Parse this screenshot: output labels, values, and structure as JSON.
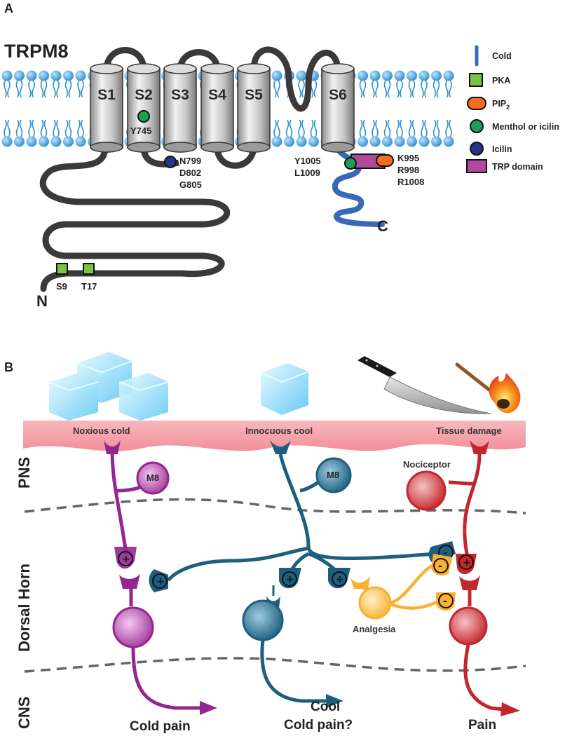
{
  "panel_a": {
    "panel_label": "A",
    "protein": "TRPM8",
    "helices": [
      "S1",
      "S2",
      "S3",
      "S4",
      "S5",
      "S6"
    ],
    "residues": {
      "s2_site": "Y745",
      "icilin_site": [
        "N799",
        "D802",
        "G805"
      ],
      "trp_left": [
        "Y1005",
        "L1009"
      ],
      "trp_right": [
        "K995",
        "R998",
        "R1008"
      ],
      "pka_1": "S9",
      "pka_2": "T17"
    },
    "termini": {
      "n": "N",
      "c": "C"
    },
    "legend": [
      {
        "label": "Cold",
        "symbol": "blue-line",
        "color": "#3a68b8"
      },
      {
        "label": "PKA",
        "symbol": "green-square",
        "color": "#7dc242"
      },
      {
        "label": "PIP",
        "sub": "2",
        "symbol": "orange-pill",
        "color": "#f26c22"
      },
      {
        "label": "Menthol or icilin",
        "symbol": "green-circle",
        "color": "#1aa055"
      },
      {
        "label": "Icilin",
        "symbol": "navy-circle",
        "color": "#24348a"
      },
      {
        "label": "TRP domain",
        "symbol": "magenta-rect",
        "color": "#b0489e"
      }
    ]
  },
  "panel_b": {
    "panel_label": "B",
    "regions": [
      "PNS",
      "Dorsal Horn",
      "CNS"
    ],
    "stimuli": [
      "Noxious cold",
      "Innocuous cool",
      "Tissue damage"
    ],
    "neuron_labels": {
      "m8_left": "M8",
      "m8_mid": "M8",
      "nociceptor": "Nociceptor",
      "analgesia": "Analgesia"
    },
    "signs": {
      "plus": "+",
      "minus": "-"
    },
    "outputs": {
      "cold_pain": "Cold pain",
      "cool": "Cool",
      "cold_pain_q": "Cold pain?",
      "pain": "Pain"
    },
    "colors": {
      "purple": "#93278f",
      "teal": "#1d5f7e",
      "red": "#c1272d",
      "orange": "#f8b133",
      "skin": "#f5a3aa",
      "membrane": "#2b8fd0"
    }
  }
}
